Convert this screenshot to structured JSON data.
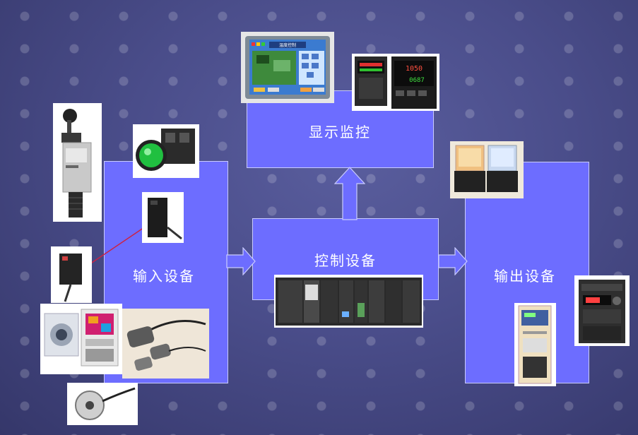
{
  "blocks": {
    "display": {
      "label": "显示监控"
    },
    "control": {
      "label": "控制设备"
    },
    "input": {
      "label": "输入设备"
    },
    "output": {
      "label": "输出设备"
    }
  },
  "hmi_screen": {
    "title_text": "温度控制"
  },
  "temp_controller": {
    "readout_pv": "1050",
    "readout_sv": "0687"
  },
  "colors": {
    "block_fill": "#6d6dff",
    "block_border": "#c9cbff",
    "background": "#4a4d8a",
    "wire": "#cc2244"
  },
  "icons": [
    "limit-switch-icon",
    "push-button-icon",
    "photoelectric-sensor-icon",
    "vision-sensor-icon",
    "proximity-sensor-icon",
    "rotary-encoder-icon",
    "hmi-touchscreen-icon",
    "temperature-controller-icon",
    "plc-rack-icon",
    "relay-icon",
    "servo-drive-icon",
    "inverter-icon"
  ]
}
